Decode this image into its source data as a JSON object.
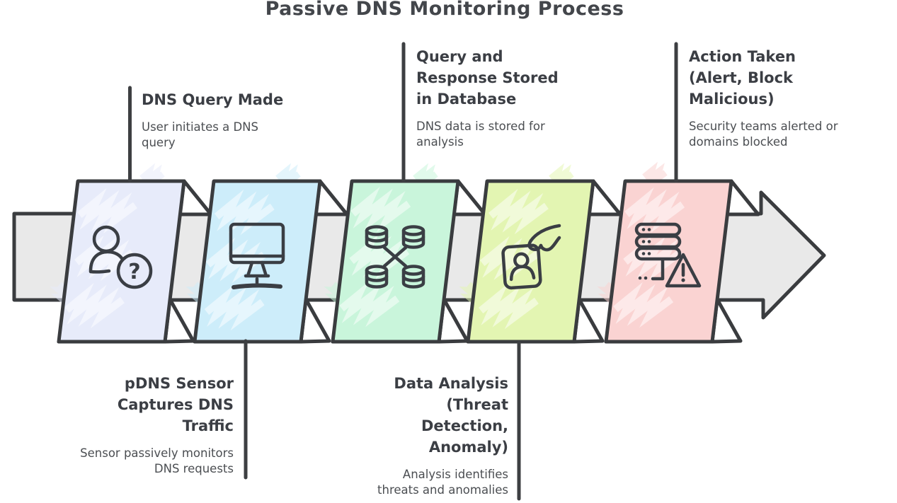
{
  "title": "Passive DNS Monitoring Process",
  "glyphs": {
    "question": "?"
  },
  "colors": {
    "arrow_fill": "#e9e9e9",
    "outline": "#3a3c3f",
    "title_text": "#43464b",
    "label_title_text": "#3b3e44",
    "label_desc_text": "#4b4e52"
  },
  "stages": [
    {
      "title": "DNS Query Made",
      "description": "User initiates a DNS\nquery",
      "color": "#e7ebfa",
      "icon": "user-question-icon",
      "label_position": "top"
    },
    {
      "title": "pDNS Sensor\nCaptures DNS\nTraffic",
      "description": "Sensor passively monitors\nDNS requests",
      "color": "#cdedfa",
      "icon": "monitor-icon",
      "label_position": "bottom"
    },
    {
      "title": "Query and\nResponse Stored\nin Database",
      "description": "DNS data is stored for\nanalysis",
      "color": "#c9f5db",
      "icon": "database-cluster-icon",
      "label_position": "top"
    },
    {
      "title": "Data Analysis\n(Threat\nDetection,\nAnomaly)",
      "description": "Analysis identifies\nthreats and anomalies",
      "color": "#e3f5b2",
      "icon": "hand-id-card-icon",
      "label_position": "bottom"
    },
    {
      "title": "Action Taken\n(Alert, Block\nMalicious)",
      "description": "Security teams alerted or\ndomains blocked",
      "color": "#fad3d2",
      "icon": "server-alert-icon",
      "label_position": "top"
    }
  ]
}
